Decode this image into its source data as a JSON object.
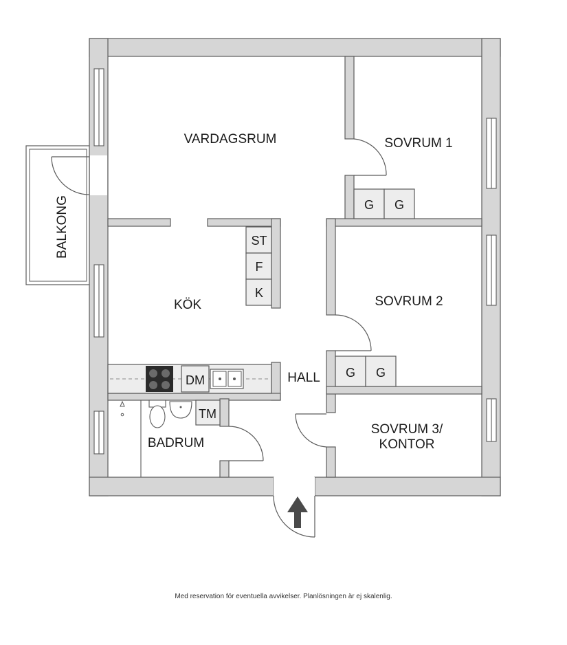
{
  "rooms": {
    "vardagsrum": "VARDAGSRUM",
    "sovrum1": "SOVRUM 1",
    "balkong": "BALKONG",
    "kok": "KÖK",
    "sovrum2": "SOVRUM 2",
    "hall": "HALL",
    "sovrum3_line1": "SOVRUM 3/",
    "sovrum3_line2": "KONTOR",
    "badrum": "BADRUM"
  },
  "fixtures": {
    "st": "ST",
    "f": "F",
    "k": "K",
    "dm": "DM",
    "tm": "TM",
    "g": "G"
  },
  "disclaimer": "Med reservation för eventuella avvikelser. Planlösningen är ej skalenlig.",
  "colors": {
    "wall_fill": "#d6d6d6",
    "wall_stroke": "#5a5a5a",
    "stove": "#2b2b2b",
    "arrow": "#4a4a4a"
  },
  "icons": [
    "entrance-arrow-icon",
    "stove-icon",
    "sink-icon",
    "toilet-icon",
    "washbasin-icon"
  ]
}
